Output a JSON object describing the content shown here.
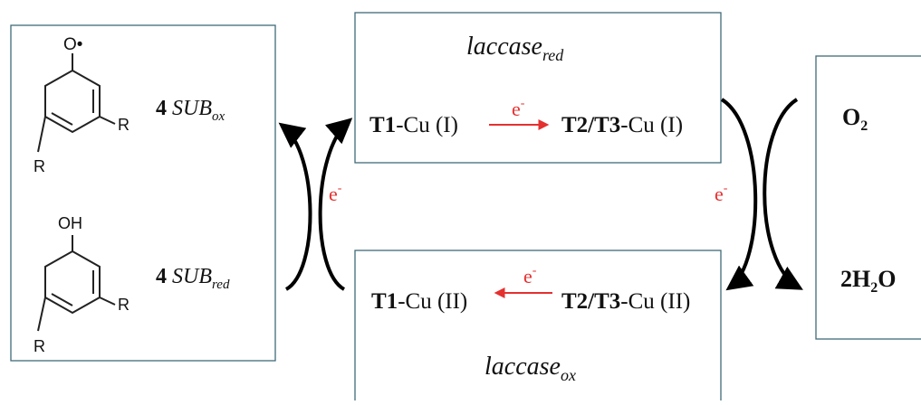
{
  "substrate_box": {
    "radical_label": "O•",
    "oxidized_label": {
      "prefix": "4 ",
      "main": "SUB",
      "sub": "ox"
    },
    "reduced_label": {
      "prefix": "4 ",
      "main": "SUB",
      "sub": "red"
    },
    "hydroxyl_label": "OH",
    "r_group": "R"
  },
  "laccase_red": {
    "title": {
      "main": "laccase",
      "sub": "red"
    },
    "left_site": {
      "bold": "T1",
      "rest": "-Cu (I)"
    },
    "right_site": {
      "bold": "T2/T3",
      "rest": "-Cu (I)"
    },
    "electron": "e",
    "electron_sup": "-"
  },
  "laccase_ox": {
    "title": {
      "main": "laccase",
      "sub": "ox"
    },
    "left_site": {
      "bold": "T1",
      "rest": "-Cu (II)"
    },
    "right_site": {
      "bold": "T2/T3",
      "rest": "-Cu (II)"
    },
    "electron": "e",
    "electron_sup": "-"
  },
  "oxygen_box": {
    "o2": {
      "main": "O",
      "sub": "2"
    },
    "water": {
      "prefix": "2H",
      "sub": "2",
      "suffix": "O"
    }
  },
  "left_cycle_electron": {
    "main": "e",
    "sup": "-"
  },
  "right_cycle_electron": {
    "main": "e",
    "sup": "-"
  },
  "colors": {
    "box_border": "#3f6b78",
    "arrow": "#000000",
    "electron_text": "#e53030",
    "electron_arrow": "#e53030"
  }
}
